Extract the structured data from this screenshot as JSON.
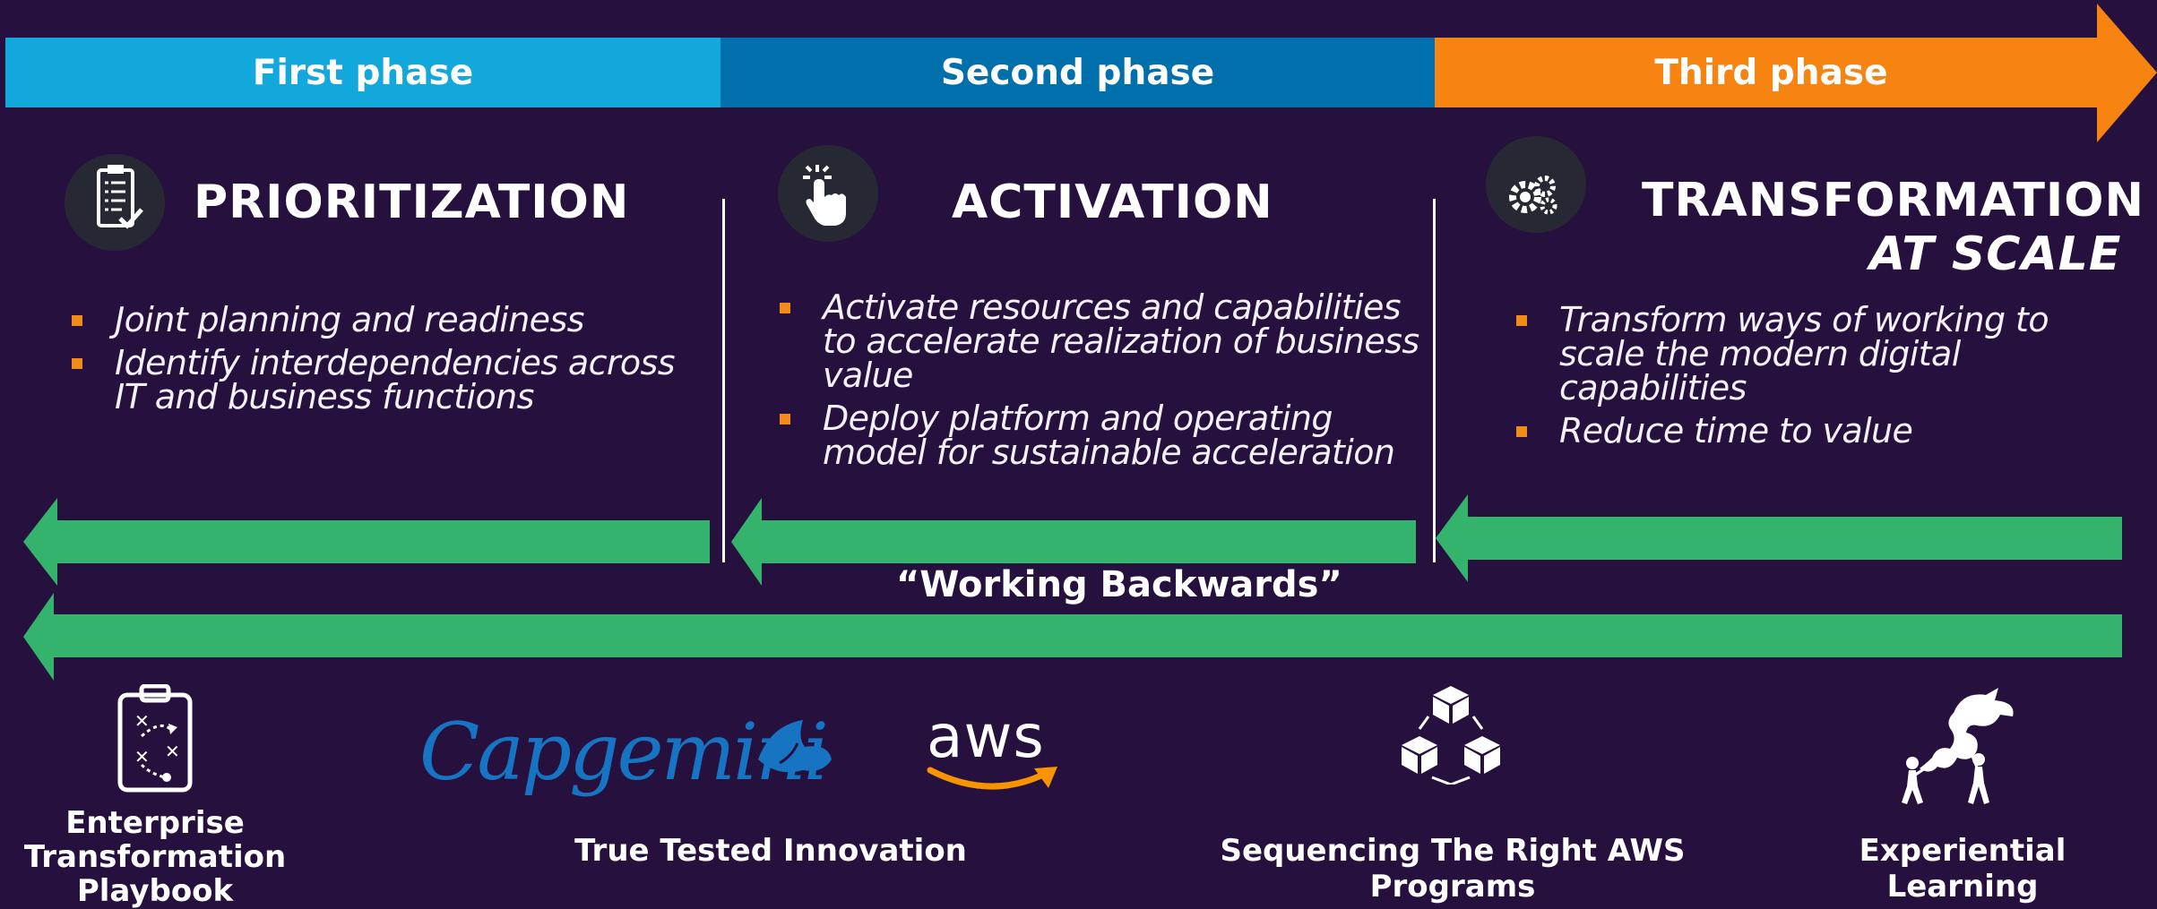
{
  "colors": {
    "background": "#26103d",
    "phase1": "#12a8dc",
    "phase2": "#0070ad",
    "phase3": "#f78310",
    "arrows": "#33b36c",
    "bullet": "#f28a1c"
  },
  "phases": [
    {
      "label": "First phase"
    },
    {
      "label": "Second phase"
    },
    {
      "label": "Third phase"
    }
  ],
  "sections": [
    {
      "icon": "clipboard-checklist-icon",
      "title": "PRIORITIZATION",
      "bullets": [
        "Joint planning and readiness",
        "Identify interdependencies across IT and business functions"
      ]
    },
    {
      "icon": "tap-hand-icon",
      "title": "ACTIVATION",
      "bullets": [
        "Activate resources and capabilities to accelerate realization of business value",
        "Deploy platform and operating model for sustainable acceleration"
      ]
    },
    {
      "icon": "gears-icon",
      "title": "TRANSFORMATION",
      "subtitle": "AT SCALE",
      "bullets": [
        "Transform ways of working to scale the modern digital capabilities",
        "Reduce time to value"
      ]
    }
  ],
  "working_backwards": "“Working Backwards”",
  "bottom": {
    "playbook_icon": "strategy-clipboard-icon",
    "playbook_label": "Enterprise Transformation Playbook",
    "capgemini_logo": "Capgemini",
    "aws_logo": "aws",
    "innovation_label": "True Tested Innovation",
    "programs_icon": "linked-cubes-icon",
    "programs_label": "Sequencing The Right AWS Programs",
    "learning_icon": "dragon-kite-icon",
    "learning_label": "Experiential Learning"
  }
}
